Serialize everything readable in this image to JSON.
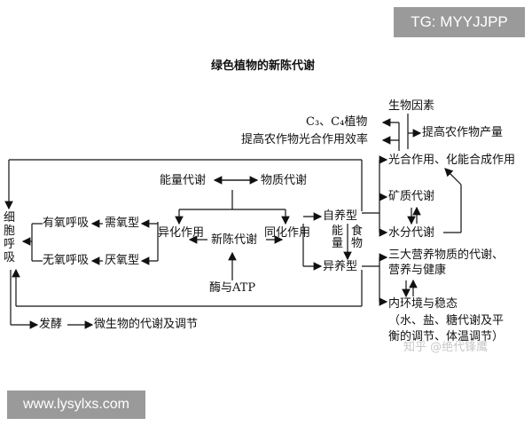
{
  "watermarks": {
    "tag": "TG: MYYJJPP",
    "url": "www.lysylxs.com",
    "zhihu": "知乎 @绝代锋鹰"
  },
  "title": "绿色植物的新陈代谢",
  "nodes": {
    "biofactors": "生物因素",
    "c3c4_plants": "C₃、C₄植物",
    "improve_efficiency": "提高农作物光合作用效率",
    "improve_yield": "提高农作物产量",
    "photo_chemo": "光合作用、化能合成作用",
    "energy_metab": "能量代谢",
    "matter_metab": "物质代谢",
    "mineral_metab": "矿质代谢",
    "water_metab": "水分代谢",
    "autotroph": "自养型",
    "energy_label": "能量",
    "food_label": "食物",
    "heterotroph": "异养型",
    "aerobic_resp": "有氧呼吸",
    "aerobic_type": "需氧型",
    "catabolism": "异化作用",
    "metabolism": "新陈代谢",
    "anabolism": "同化作用",
    "anaerobic_resp": "无氧呼吸",
    "anaerobic_type": "厌氧型",
    "enzyme_atp": "酶与ATP",
    "cell_resp": "细胞呼吸",
    "three_nutrients": "三大营养物质的代谢、",
    "nutrition_health": "营养与健康",
    "homeostasis": "内环境与稳态",
    "homeo_detail_1": "（水、盐、糖代谢及平",
    "homeo_detail_2": "衡的调节、体温调节）",
    "fermentation": "发酵",
    "microbe_metab": "微生物的代谢及调节"
  }
}
